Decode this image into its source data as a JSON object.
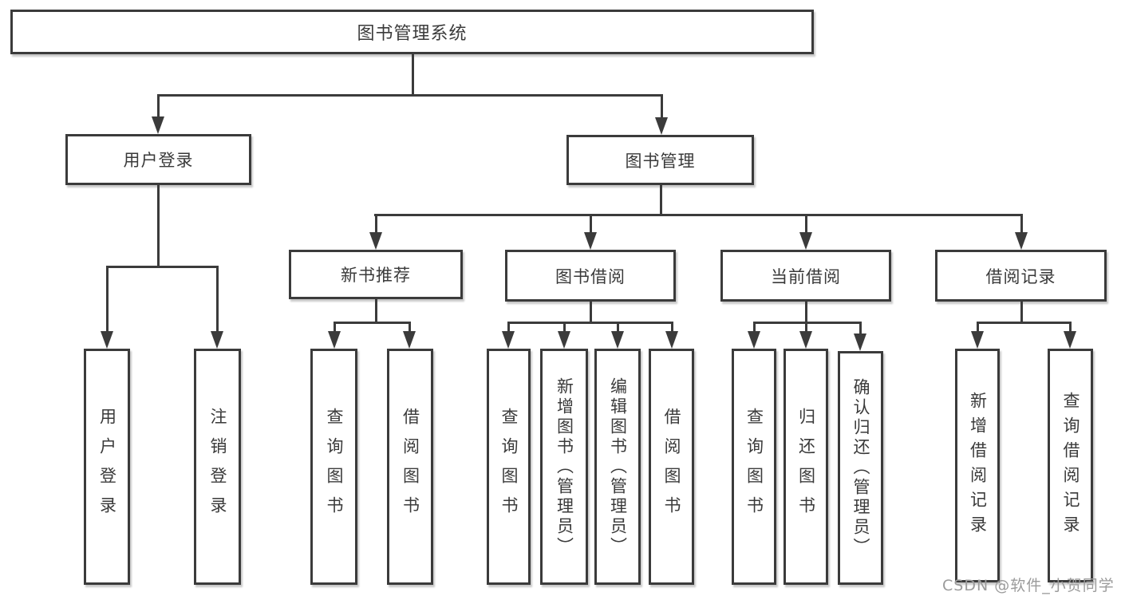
{
  "diagram": {
    "root": {
      "label": "图书管理系统"
    },
    "branches": [
      {
        "label": "用户登录",
        "children": [
          {
            "label": "用户登录"
          },
          {
            "label": "注销登录"
          }
        ]
      },
      {
        "label": "图书管理",
        "children": [
          {
            "label": "新书推荐",
            "children": [
              {
                "label": "查询图书"
              },
              {
                "label": "借阅图书"
              }
            ]
          },
          {
            "label": "图书借阅",
            "children": [
              {
                "label": "查询图书"
              },
              {
                "label": "新增图书（管理员）"
              },
              {
                "label": "编辑图书（管理员）"
              },
              {
                "label": "借阅图书"
              }
            ]
          },
          {
            "label": "当前借阅",
            "children": [
              {
                "label": "查询图书"
              },
              {
                "label": "归还图书"
              },
              {
                "label": "确认归还（管理员）"
              }
            ]
          },
          {
            "label": "借阅记录",
            "children": [
              {
                "label": "新增借阅记录"
              },
              {
                "label": "查询借阅记录"
              }
            ]
          }
        ]
      }
    ]
  },
  "watermark": {
    "text": "CSDN @软件_小贺同学"
  },
  "colors": {
    "line": "#3b3b3b",
    "box_border": "#3b3b3b",
    "text": "#3a3a3a",
    "watermark": "#9b9b9b",
    "background": "#ffffff"
  }
}
